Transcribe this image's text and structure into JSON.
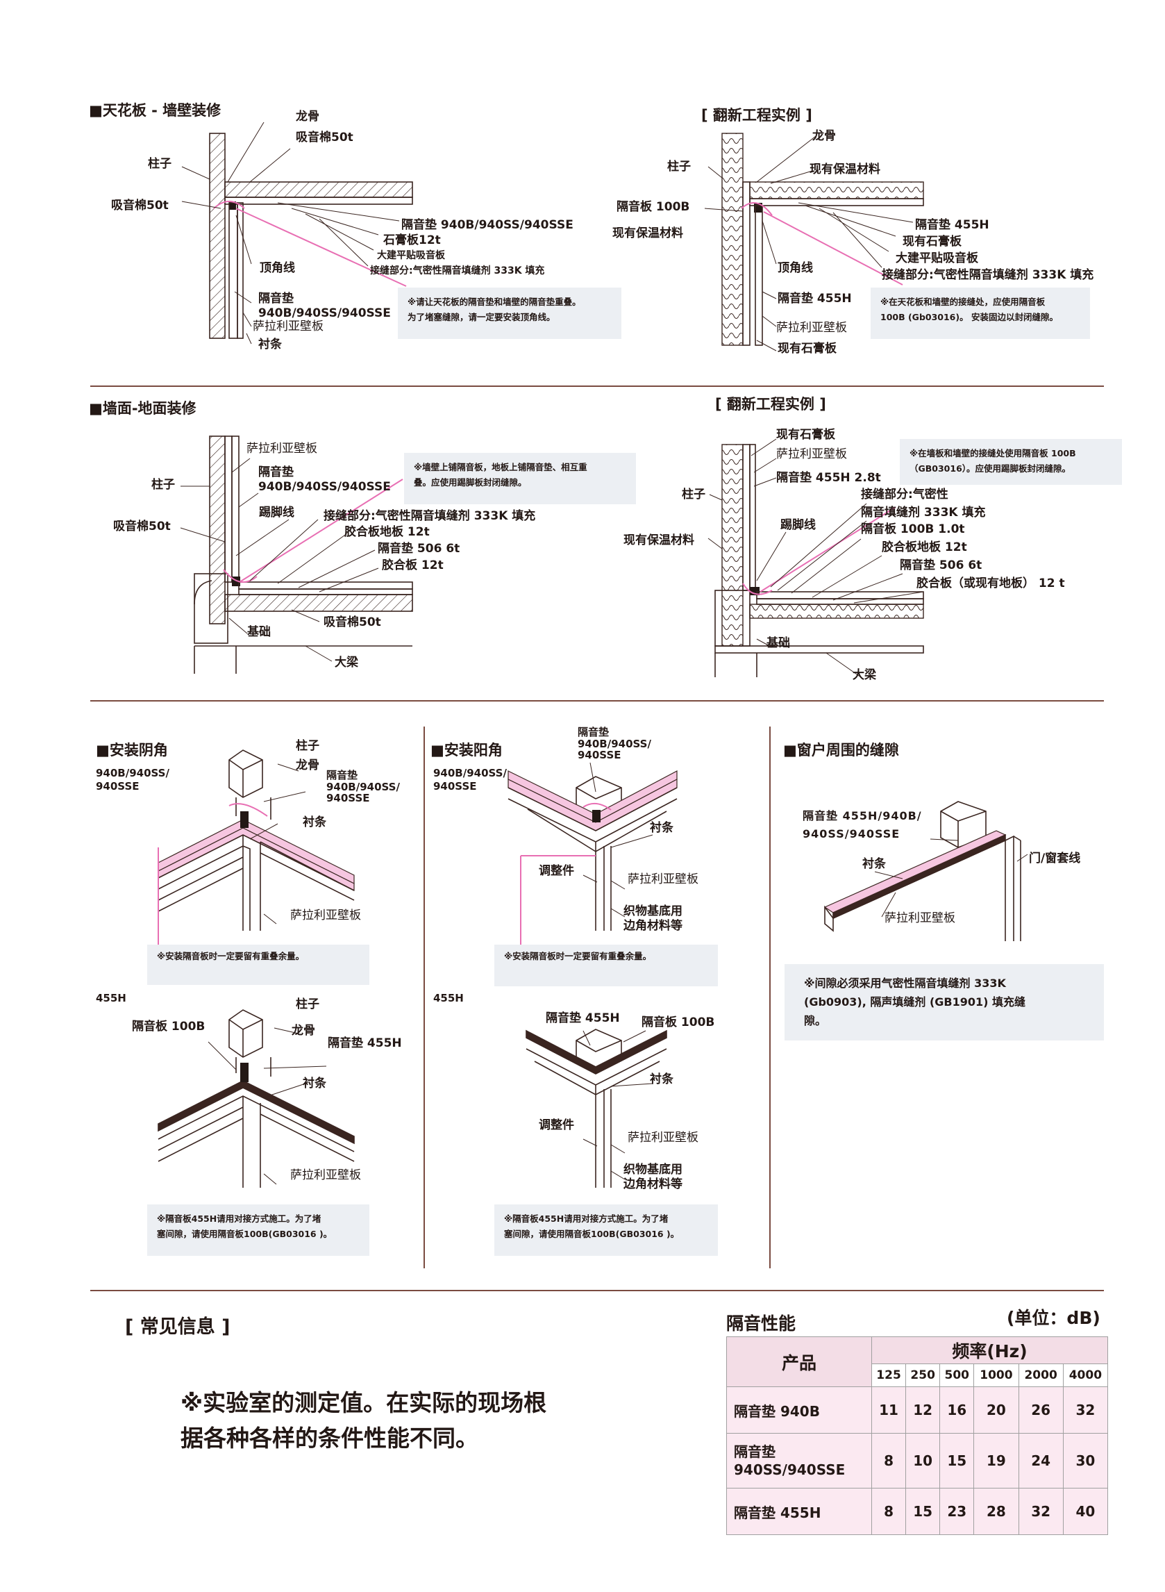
{
  "sections": {
    "ceiling_wall": {
      "title": "■天花板 - 墙壁装修",
      "labels": {
        "keel": "龙骨",
        "wool50_top": "吸音棉50t",
        "pillar": "柱子",
        "wool50_left": "吸音棉50t",
        "pad_top": "隔音垫 940B/940SS/940SSE",
        "gypsum": "石膏板12t",
        "board": "大建平贴吸音板",
        "joint": "接缝部分:气密性隔音填缝剂 333K 填充",
        "cornice": "顶角线",
        "pad_side": "隔音垫\n940B/940SS/940SSE",
        "salaria": "萨拉利亚壁板",
        "furring": "衬条"
      },
      "note": "※请让天花板的隔音垫和墙壁的隔音垫重叠。\n为了堵塞缝隙，请一定要安装顶角线。"
    },
    "renov1": {
      "title": "[ 翻新工程实例 ]",
      "labels": {
        "keel": "龙骨",
        "pillar": "柱子",
        "insul_top": "现有保温材料",
        "board100": "隔音板 100B",
        "insul_left": "现有保温材料",
        "pad455": "隔音垫 455H",
        "gypsum": "现有石膏板",
        "board": "大建平贴吸音板",
        "joint": "接缝部分:气密性隔音填缝剂 333K 填充",
        "cornice": "顶角线",
        "pad455_low": "隔音垫 455H",
        "salaria": "萨拉利亚壁板",
        "gypsum_low": "现有石膏板"
      },
      "note": "※在天花板和墙壁的接缝处，应使用隔音板\n100B (Gb03016)。 安装固边以封闭缝隙。"
    },
    "wall_floor": {
      "title": "■墙面-地面装修",
      "labels": {
        "salaria": "萨拉利亚壁板",
        "pillar": "柱子",
        "pad": "隔音垫\n940B/940SS/940SSE",
        "wool50": "吸音棉50t",
        "skirting": "踢脚线",
        "joint": "接缝部分:气密性隔音填缝剂 333K 填充",
        "plywood_floor": "胶合板地板 12t",
        "pad506": "隔音垫 506 6t",
        "plywood": "胶合板 12t",
        "base": "基础",
        "wool50_low": "吸音棉50t",
        "beam": "大梁"
      },
      "note": "※墙壁上铺隔音板，地板上铺隔音垫、相互重\n叠。应使用踢脚板封闭缝隙。"
    },
    "renov2": {
      "title": "[ 翻新工程实例 ]",
      "labels": {
        "gypsum": "现有石膏板",
        "salaria": "萨拉利亚壁板",
        "pad455": "隔音垫 455H 2.8t",
        "pillar": "柱子",
        "joint": "接缝部分:气密性",
        "joint2": "隔音填缝剂 333K 填充",
        "skirting": "踢脚线",
        "board100": "隔音板 100B 1.0t",
        "insul": "现有保温材料",
        "plywood_floor": "胶合板地板 12t",
        "pad506": "隔音垫 506 6t",
        "plywood": "胶合板（或现有地板） 12 t",
        "base": "基础",
        "beam": "大梁"
      },
      "note": "※在墙板和墙壁的接缝处使用隔音板 100B\n（GB03016）。应使用踢脚板封闭缝隙。"
    },
    "inner": {
      "title": "■安装阴角",
      "sub": "940B/940SS/\n940SSE",
      "labels": {
        "pillar": "柱子",
        "keel": "龙骨",
        "pad": "隔音垫\n940B/940SS/\n940SSE",
        "furring": "衬条",
        "salaria": "萨拉利亚壁板"
      },
      "note": "※安装隔音板时一定要留有重叠余量。",
      "sub2": "455H",
      "labels2": {
        "pillar": "柱子",
        "board100": "隔音板 100B",
        "keel": "龙骨",
        "pad455": "隔音垫 455H",
        "furring": "衬条",
        "salaria": "萨拉利亚壁板"
      },
      "note2": "※隔音板455H请用对接方式施工。为了堵\n塞间隙，请使用隔音板100B(GB03016 )。"
    },
    "outer": {
      "title": "■安装阳角",
      "sub": "940B/940SS/\n940SSE",
      "labels": {
        "pad": "隔音垫\n940B/940SS/\n940SSE",
        "furring": "衬条",
        "adjust": "调整件",
        "salaria": "萨拉利亚壁板",
        "fabric": "织物基底用\n边角材料等"
      },
      "note": "※安装隔音板时一定要留有重叠余量。",
      "sub2": "455H",
      "labels2": {
        "pad455": "隔音垫 455H",
        "board100": "隔音板 100B",
        "furring": "衬条",
        "adjust": "调整件",
        "salaria": "萨拉利亚壁板",
        "fabric": "织物基底用\n边角材料等"
      },
      "note2": "※隔音板455H请用对接方式施工。为了堵\n塞间隙，请使用隔音板100B(GB03016 )。"
    },
    "window": {
      "title": "■窗户周围的缝隙",
      "labels": {
        "pad": "隔音垫 455H/940B/\n940SS/940SSE",
        "frame": "门/窗套线",
        "furring": "衬条",
        "salaria": "萨拉利亚壁板"
      },
      "note": "※间隙必须采用气密性隔音填缝剂 333K\n(Gb0903), 隔声填缝剂 (GB1901) 填充缝\n隙。"
    }
  },
  "info": {
    "heading": "[ 常见信息 ]",
    "text": "※实验室的测定值。在实际的现场根\n据各种各样的条件性能不同。"
  },
  "performance": {
    "title": "隔音性能",
    "unit": "(单位：dB)",
    "product_header": "产品",
    "freq_header": "频率(Hz)",
    "frequencies": [
      "125",
      "250",
      "500",
      "1000",
      "2000",
      "4000"
    ],
    "rows": [
      {
        "product": "隔音垫 940B",
        "values": [
          "11",
          "12",
          "16",
          "20",
          "26",
          "32"
        ]
      },
      {
        "product": "隔音垫\n940SS/940SSE",
        "values": [
          "8",
          "10",
          "15",
          "19",
          "24",
          "30"
        ]
      },
      {
        "product": "隔音垫 455H",
        "values": [
          "8",
          "15",
          "23",
          "28",
          "32",
          "40"
        ]
      }
    ]
  }
}
